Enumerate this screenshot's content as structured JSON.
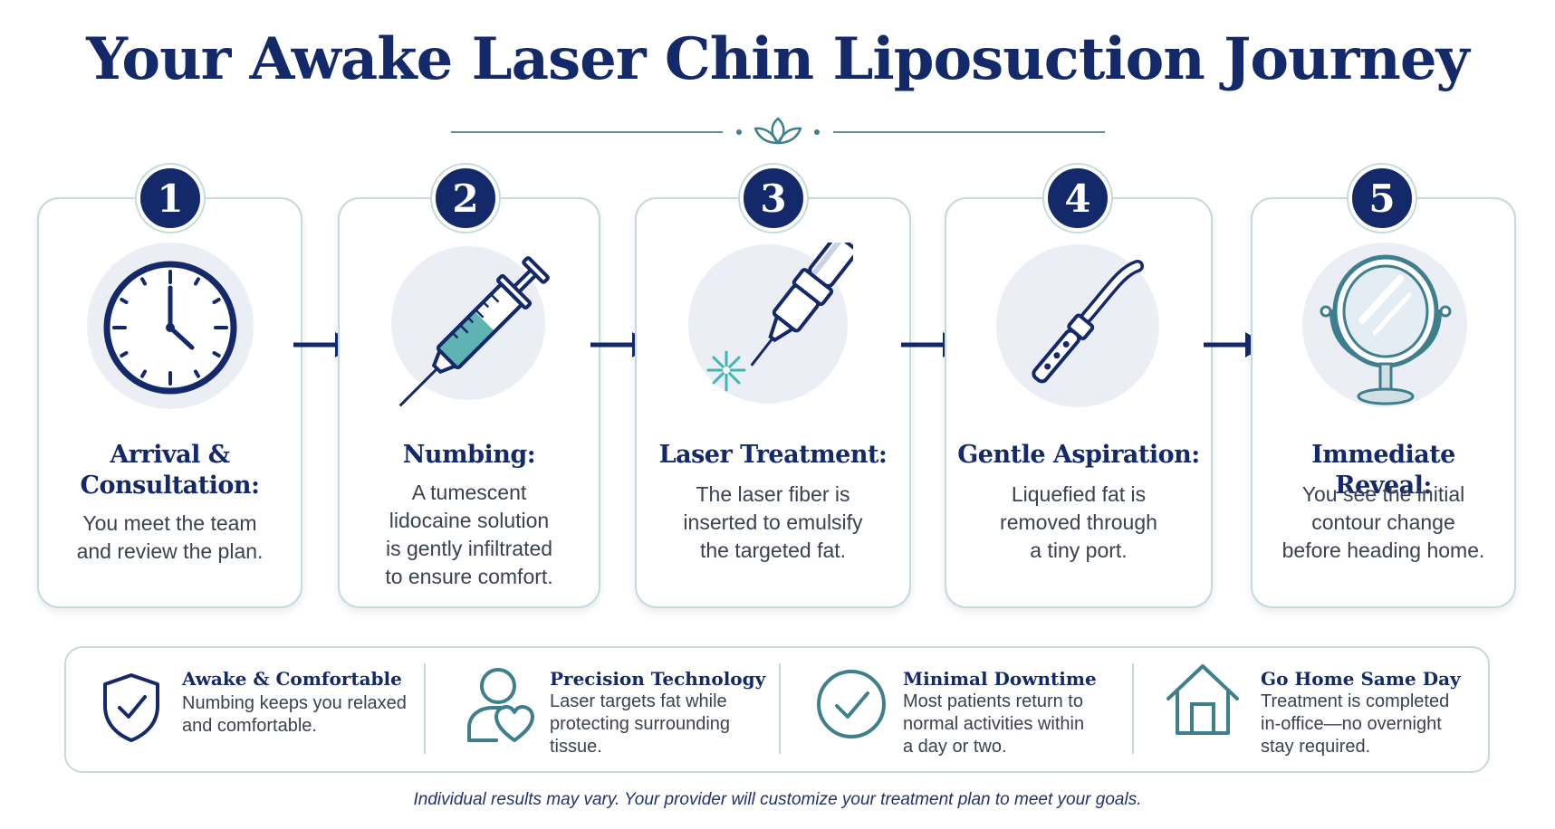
{
  "title": "Your Awake Laser Chin Liposuction Journey",
  "colors": {
    "navy": "#13296a",
    "teal": "#3d7f8c",
    "teal_fill": "#5fb3b3",
    "card_border": "#c4dadd",
    "icon_bg": "#ebeff5"
  },
  "steps": [
    {
      "number": "1",
      "title_line1": "Arrival &",
      "title_line2": "Consultation:",
      "desc_line1": "You meet the team",
      "desc_line2": "and review the plan.",
      "icon": "clock-icon"
    },
    {
      "number": "2",
      "title_line1": "Numbing:",
      "desc_line1": "A tumescent",
      "desc_line2": "lidocaine solution",
      "desc_line3": "is gently infiltrated",
      "desc_line4": "to ensure comfort.",
      "icon": "syringe-icon"
    },
    {
      "number": "3",
      "title_line1": "Laser Treatment:",
      "desc_line1": "The laser fiber is",
      "desc_line2": "inserted to emulsify",
      "desc_line3": "the targeted fat.",
      "icon": "laser-fiber-icon"
    },
    {
      "number": "4",
      "title_line1": "Gentle Aspiration:",
      "desc_line1": "Liquefied fat is",
      "desc_line2": "removed through",
      "desc_line3": "a tiny port.",
      "icon": "cannula-icon"
    },
    {
      "number": "5",
      "title_line1": "Immediate Reveal:",
      "desc_line1": "You see the initial",
      "desc_line2": "contour change",
      "desc_line3": "before heading home.",
      "icon": "mirror-icon"
    }
  ],
  "benefits": [
    {
      "title": "Awake & Comfortable",
      "desc_line1": "Numbing keeps you relaxed",
      "desc_line2": "and comfortable.",
      "icon": "shield-check-icon"
    },
    {
      "title": "Precision Technology",
      "desc_line1": "Laser targets fat while",
      "desc_line2": "protecting surrounding",
      "desc_line3": "tissue.",
      "icon": "person-heart-icon"
    },
    {
      "title": "Minimal Downtime",
      "desc_line1": "Most patients return to",
      "desc_line2": "normal activities within",
      "desc_line3": "a day or two.",
      "icon": "check-circle-icon"
    },
    {
      "title": "Go Home Same Day",
      "desc_line1": "Treatment is completed",
      "desc_line2": "in-office—no overnight",
      "desc_line3": "stay required.",
      "icon": "house-icon"
    }
  ],
  "footnote": "Individual results may vary. Your provider will customize your treatment plan to meet your goals."
}
